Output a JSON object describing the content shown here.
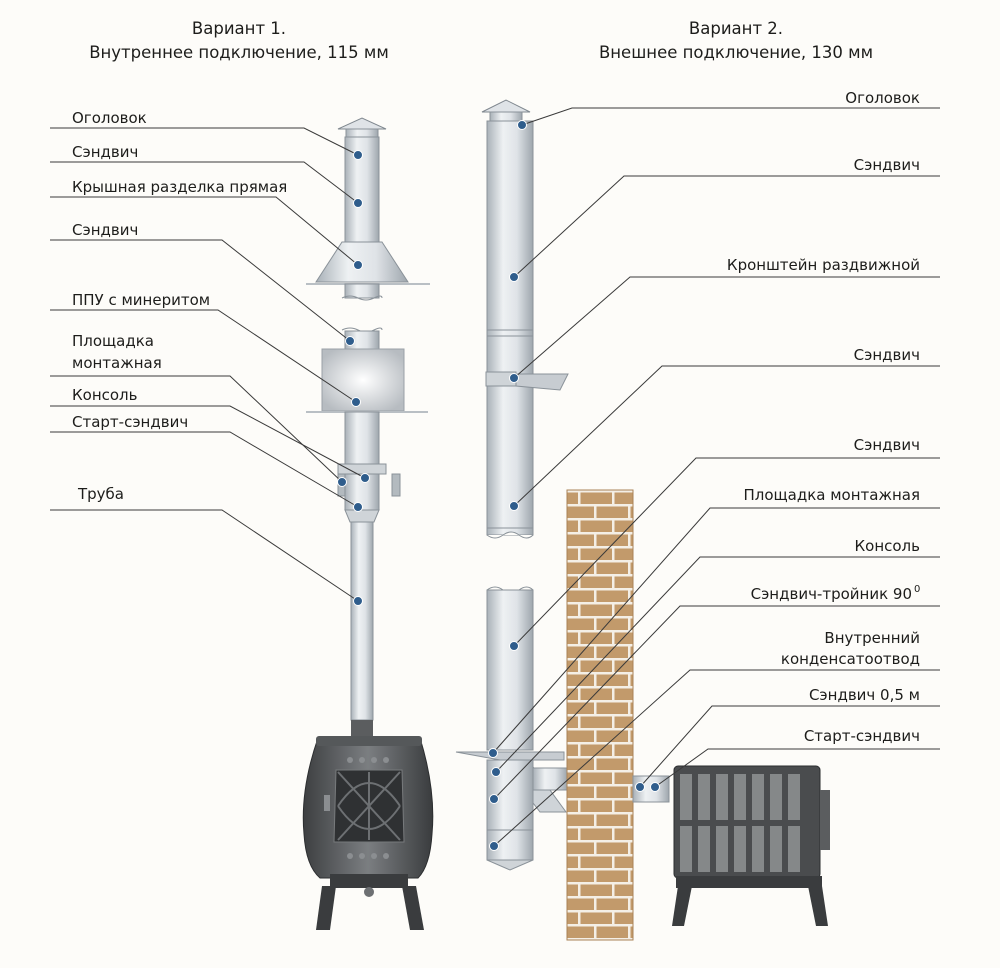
{
  "variant1": {
    "title_line1": "Вариант 1.",
    "title_line2": "Внутреннее подключение, 115 мм",
    "labels": [
      "Оголовок",
      "Сэндвич",
      "Крышная разделка прямая",
      "Сэндвич",
      "ППУ с минеритом",
      "Площадка",
      "монтажная",
      "Консоль",
      "Старт-сэндвич",
      "Труба"
    ]
  },
  "variant2": {
    "title_line1": "Вариант 2.",
    "title_line2": "Внешнее подключение, 130 мм",
    "labels": [
      "Оголовок",
      "Сэндвич",
      "Кронштейн раздвижной",
      "Сэндвич",
      "Сэндвич",
      "Площадка монтажная",
      "Консоль",
      "Сэндвич-тройник 90",
      "Внутренний",
      "конденсатоотвод",
      "Сэндвич 0,5 м",
      "Старт-сэндвич"
    ],
    "superscript": "0"
  },
  "colors": {
    "marker": "#2f5d8c",
    "brick": "#c29a6b",
    "mortar": "#f4efe6",
    "steel": "#d6dbe0",
    "cast_iron": "#4a4c4e"
  }
}
